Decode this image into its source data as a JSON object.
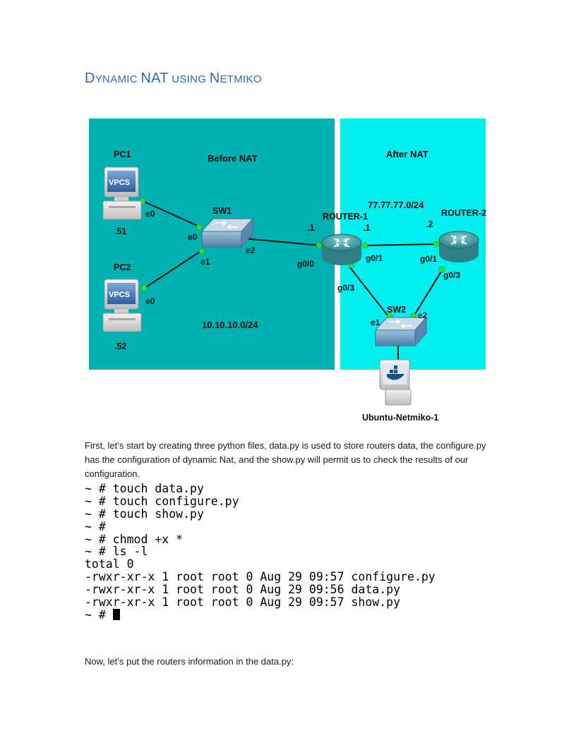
{
  "document": {
    "title_parts": [
      {
        "text": "D",
        "size": "big"
      },
      {
        "text": "YNAMIC ",
        "size": "small"
      },
      {
        "text": "NAT",
        "size": "big"
      },
      {
        "text": " USING ",
        "size": "small"
      },
      {
        "text": "N",
        "size": "big"
      },
      {
        "text": "ETMIKO",
        "size": "small"
      }
    ],
    "intro_paragraph": "First, let’s start by creating three python files, data.py is used to store routers data, the configure.py has the configuration of dynamic Nat, and the show.py will permit us to check the results of our configuration.",
    "terminal_lines": [
      "~ # touch data.py",
      "~ # touch configure.py",
      "~ # touch show.py",
      "~ #",
      "~ # chmod +x *",
      "~ # ls -l",
      "total 0",
      "-rwxr-xr-x 1 root root 0 Aug 29 09:57 configure.py",
      "-rwxr-xr-x 1 root root 0 Aug 29 09:56 data.py",
      "-rwxr-xr-x 1 root root 0 Aug 29 09:57 show.py"
    ],
    "terminal_prompt": "~ # ",
    "outro_paragraph": "Now, let’s put the routers information in the data.py:"
  },
  "diagram": {
    "zones": {
      "before": "Before NAT",
      "after": "After NAT"
    },
    "networks": {
      "inside": "10.10.10.0/24",
      "outside": "77.77.77.0/24"
    },
    "devices": {
      "pc1": {
        "name": "PC1",
        "screen": "VPCS",
        "ip": ".51",
        "port": "e0"
      },
      "pc2": {
        "name": "PC2",
        "screen": "VPCS",
        "ip": ".52",
        "port": "e0"
      },
      "sw1": {
        "name": "SW1",
        "ports": [
          "e0",
          "e1",
          "e2"
        ]
      },
      "router1": {
        "name": "ROUTER-1",
        "ip_inside": ".1",
        "ip_outside": ".1",
        "ports": [
          "g0/0",
          "g0/1",
          "g0/3"
        ]
      },
      "router2": {
        "name": "ROUTER-2",
        "ip": ".2",
        "ports": [
          "g0/1",
          "g0/3"
        ]
      },
      "sw2": {
        "name": "SW2",
        "ports": [
          "e1",
          "e2"
        ]
      },
      "ubuntu": {
        "name": "Ubuntu-Netmiko-1"
      }
    },
    "colors": {
      "before_zone": "#00b3b3",
      "after_zone": "#00f0f0",
      "link": "#111111",
      "port_dot": "#33dd33",
      "title": "#2e67b6"
    }
  }
}
